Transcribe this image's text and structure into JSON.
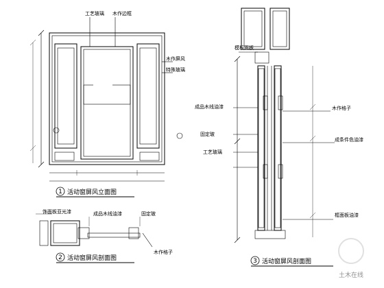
{
  "elevation": {
    "callouts": {
      "craft_glass": "工艺玻璃",
      "wood_trim": "木作边框",
      "wood_screen": "木作屏风",
      "special_glass": "特殊玻璃"
    },
    "title": {
      "number": "1",
      "text": "活动窗屏风立面图"
    }
  },
  "plan_section": {
    "callouts": {
      "surface": "饰面板亚光漆",
      "wood_line": "成品木线油漆",
      "fixed_glass": "固定玻",
      "wood_strip": "木作格子"
    },
    "title": {
      "number": "2",
      "text": "活动窗屏风剖面图"
    }
  },
  "vertical_section": {
    "callouts": {
      "fixed_screen": "模板面板",
      "wood_frame": "木作格子",
      "wood_line_paint": "成品木线油漆",
      "frame_paint": "成条件色油漆",
      "fixed_glass": "固定玻",
      "craft_glass": "工艺玻璃",
      "ceiling_paint": "框面板油漆"
    },
    "title": {
      "number": "3",
      "text": "活动窗屏风剖面图"
    }
  },
  "watermark": {
    "text": "土木在线"
  }
}
